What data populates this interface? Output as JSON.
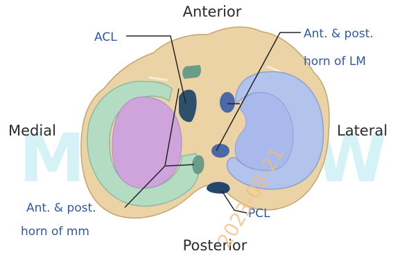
{
  "orientation": {
    "anterior": "Anterior",
    "posterior": "Posterior",
    "medial": "Medial",
    "lateral": "Lateral"
  },
  "callouts": {
    "acl": "ACL",
    "pcl": "PCL",
    "lateral_meniscus_horns": [
      "Ant. & post.",
      "horn of LM"
    ],
    "medial_meniscus_horns": [
      "Ant. & post.",
      "horn of mm"
    ]
  },
  "watermark": {
    "text": "MADROW",
    "date": "2023-08-21"
  },
  "colors": {
    "tibial_plateau": "#ebd3a6",
    "tibial_plateau_outline": "#c2a56f",
    "medial_meniscus": "#b4dcc3",
    "medial_condyle_cartilage": "#cfa4dd",
    "lateral_meniscus": "#b2c4ec",
    "lateral_condyle_cartilage": "#a9b9ec",
    "horn_attachment": "#4b69a7",
    "acl": "#2f506c",
    "pcl": "#24466a",
    "label_blue": "#2f58a5",
    "label_dark": "#2b2b2b",
    "watermark_cyan": "#d5f3f7",
    "watermark_orange": "#f4bb78"
  }
}
